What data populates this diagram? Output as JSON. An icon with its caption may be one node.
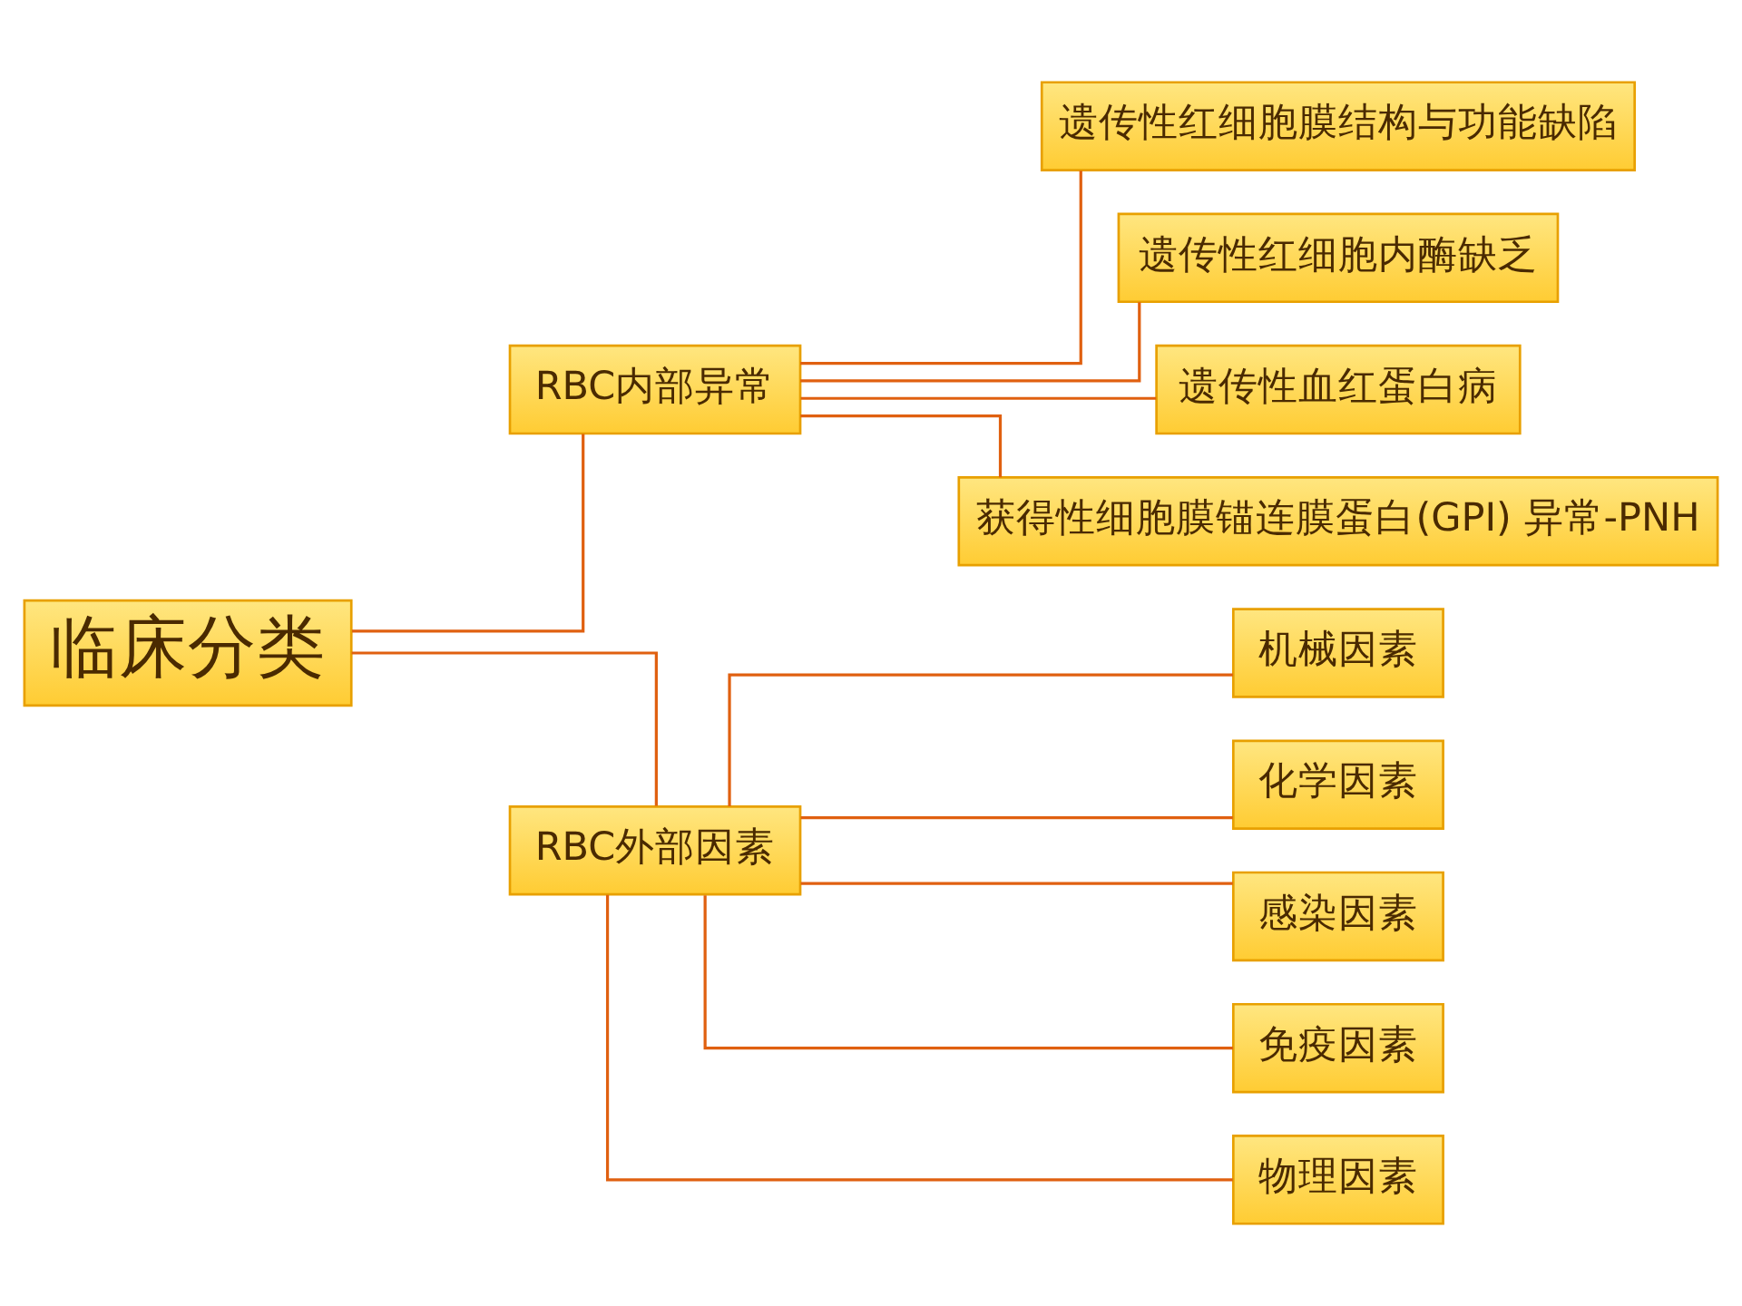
{
  "diagram": {
    "nodes": [
      {
        "text": [
          "临床分类"
        ]
      },
      {
        "text": [
          "RBC内部异常"
        ]
      },
      {
        "text": [
          "RBC外部因素"
        ]
      },
      {
        "text": [
          "遗传性红细胞膜结构与功能缺陷"
        ]
      },
      {
        "text": [
          "遗传性红细胞内酶缺乏"
        ]
      },
      {
        "text": [
          "遗传性血红蛋白病"
        ]
      },
      {
        "text": [
          "获得性细胞膜锚连膜蛋白(GPI) 异常-PNH"
        ]
      },
      {
        "text": [
          "机械因素"
        ]
      },
      {
        "text": [
          "化学因素"
        ]
      },
      {
        "text": [
          "感染因素"
        ]
      },
      {
        "text": [
          "免疫因素"
        ]
      },
      {
        "text": [
          "物理因素"
        ]
      }
    ],
    "edges": [
      {
        "from": 0,
        "to": 1,
        "arrow": "none"
      },
      {
        "from": 0,
        "to": 2,
        "arrow": "none"
      },
      {
        "from": 1,
        "to": 3,
        "arrow": "none"
      },
      {
        "from": 1,
        "to": 4,
        "arrow": "none"
      },
      {
        "from": 1,
        "to": 5,
        "arrow": "none"
      },
      {
        "from": 1,
        "to": 6,
        "arrow": "none"
      },
      {
        "from": 2,
        "to": 7,
        "arrow": "none"
      },
      {
        "from": 2,
        "to": 8,
        "arrow": "none"
      },
      {
        "from": 2,
        "to": 9,
        "arrow": "none"
      },
      {
        "from": 2,
        "to": 10,
        "arrow": "none"
      },
      {
        "from": 2,
        "to": 11,
        "arrow": "none"
      }
    ]
  }
}
